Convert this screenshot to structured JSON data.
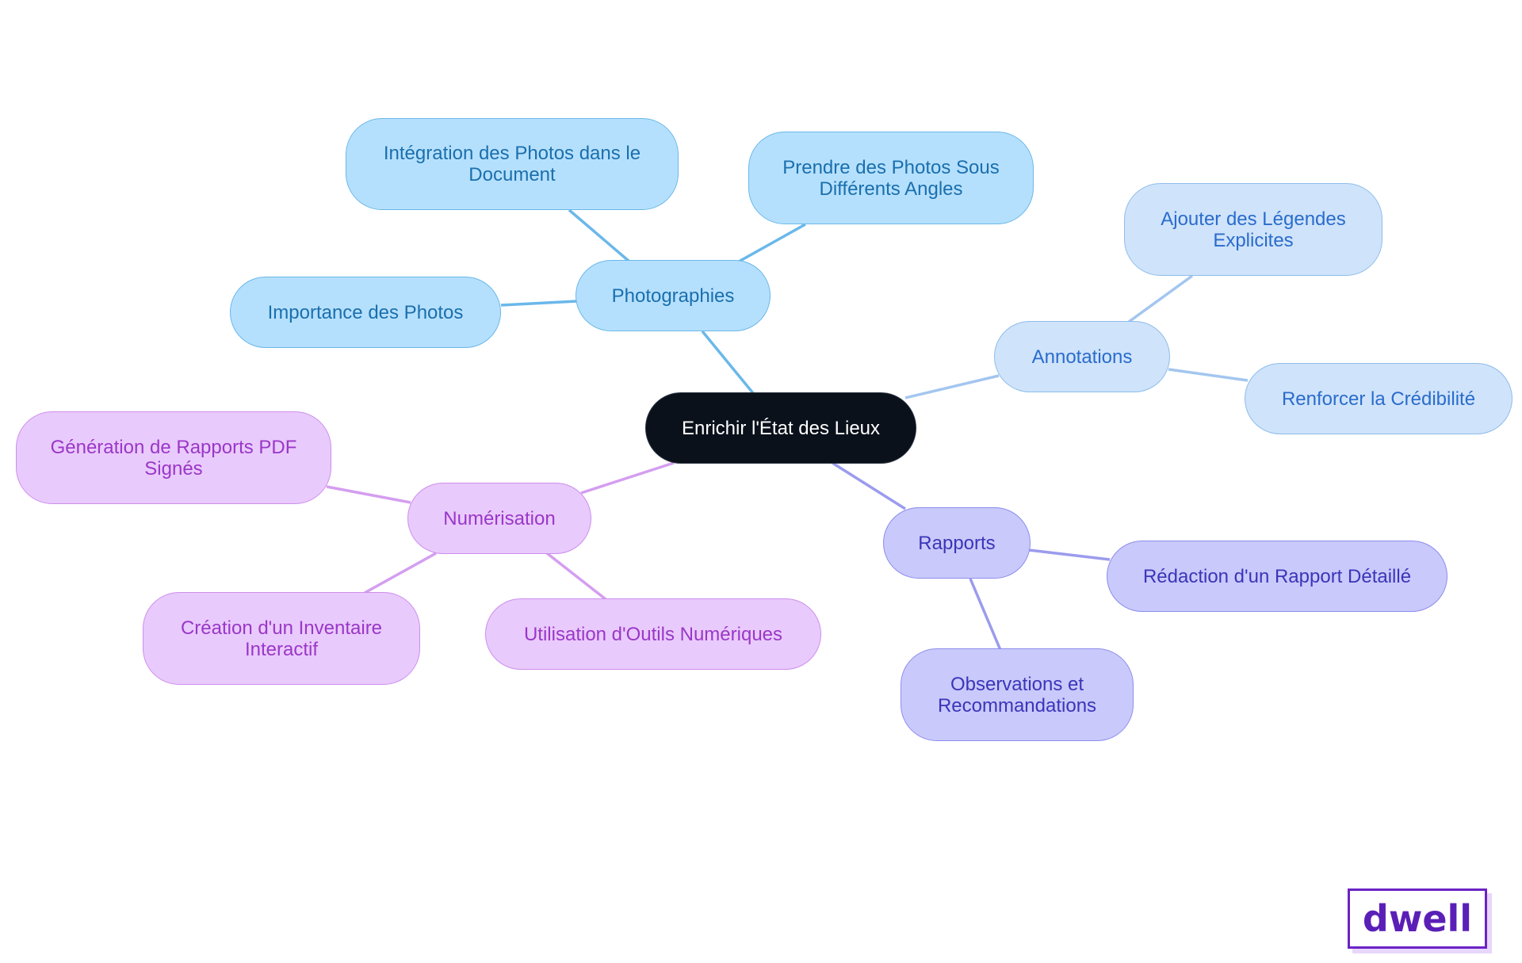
{
  "mindmap": {
    "root": {
      "label": "Enrichir l'État des Lieux"
    },
    "branches": [
      {
        "label": "Photographies",
        "color": "#6ab8ea",
        "children": [
          "Intégration des Photos dans le Document",
          "Prendre des Photos Sous Différents Angles",
          "Importance des Photos"
        ]
      },
      {
        "label": "Annotations",
        "color": "#8ebdec",
        "children": [
          "Ajouter des Légendes Explicites",
          "Renforcer la Crédibilité"
        ]
      },
      {
        "label": "Rapports",
        "color": "#8d8ded",
        "children": [
          "Rédaction d'un Rapport Détaillé",
          "Observations et Recommandations"
        ]
      },
      {
        "label": "Numérisation",
        "color": "#cd8eee",
        "children": [
          "Génération de Rapports PDF Signés",
          "Création d'un Inventaire Interactif",
          "Utilisation d'Outils Numériques"
        ]
      }
    ]
  },
  "logo": {
    "text": "dwell",
    "color": "#5a1fb7"
  }
}
